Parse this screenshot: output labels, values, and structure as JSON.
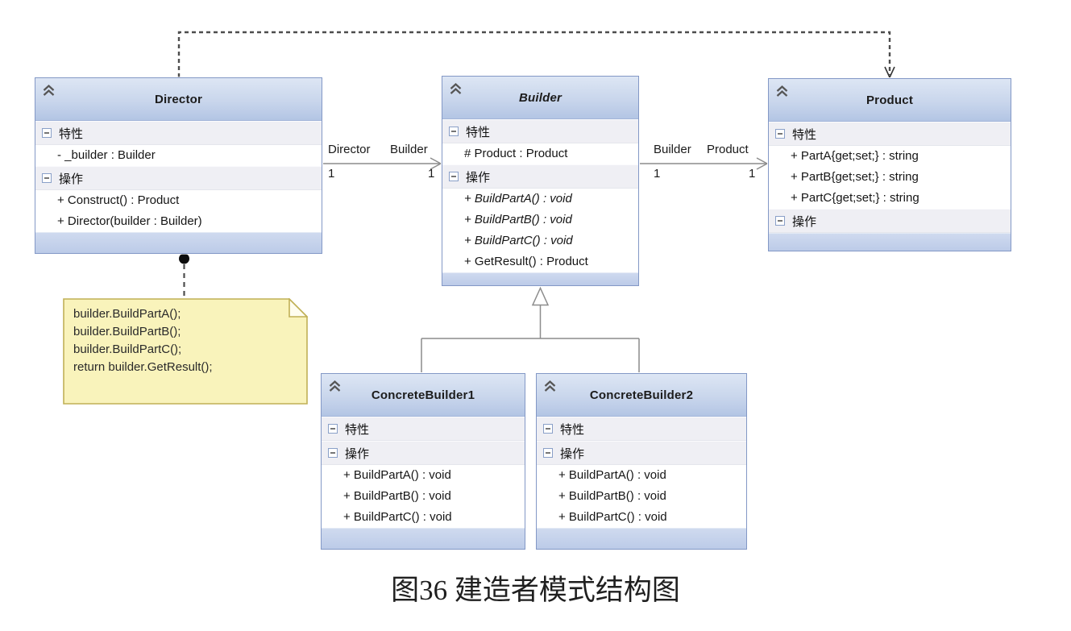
{
  "colors": {
    "box_border": "#8398c6",
    "header_top": "#dde6f4",
    "header_bottom": "#b3c5e4",
    "section_bg": "#efeff4",
    "strip_bg": "#c5d3ea",
    "connector_gray": "#8c8c8c",
    "dashed_dark": "#4d4d4d",
    "note_bg": "#f9f3bb",
    "note_border": "#c0b056"
  },
  "classes": {
    "director": {
      "title": "Director",
      "attributes_label": "特性",
      "operations_label": "操作",
      "attributes": [
        "- _builder : Builder"
      ],
      "operations": [
        "+ Construct() : Product",
        "+ Director(builder : Builder)"
      ]
    },
    "builder": {
      "title": "Builder",
      "attributes_label": "特性",
      "operations_label": "操作",
      "attributes": [
        "# Product : Product"
      ],
      "operations": [
        "+ BuildPartA() : void",
        "+ BuildPartB() : void",
        "+ BuildPartC() : void",
        "+ GetResult() : Product"
      ]
    },
    "product": {
      "title": "Product",
      "attributes_label": "特性",
      "operations_label": "操作",
      "attributes": [
        "+ PartA{get;set;} : string",
        "+ PartB{get;set;} : string",
        "+ PartC{get;set;} : string"
      ],
      "operations": []
    },
    "concrete_builder1": {
      "title": "ConcreteBuilder1",
      "attributes_label": "特性",
      "operations_label": "操作",
      "attributes": [],
      "operations": [
        "+ BuildPartA() : void",
        "+ BuildPartB() : void",
        "+ BuildPartC() : void"
      ]
    },
    "concrete_builder2": {
      "title": "ConcreteBuilder2",
      "attributes_label": "特性",
      "operations_label": "操作",
      "attributes": [],
      "operations": [
        "+ BuildPartA() : void",
        "+ BuildPartB() : void",
        "+ BuildPartC() : void"
      ]
    }
  },
  "associations": {
    "director_builder": {
      "source_role": "Director",
      "target_role": "Builder",
      "source_multiplicity": "1",
      "target_multiplicity": "1"
    },
    "builder_product": {
      "source_role": "Builder",
      "target_role": "Product",
      "source_multiplicity": "1",
      "target_multiplicity": "1"
    }
  },
  "note": {
    "lines": [
      "builder.BuildPartA();",
      "builder.BuildPartB();",
      "builder.BuildPartC();",
      "return builder.GetResult();"
    ]
  },
  "caption": "图36 建造者模式结构图"
}
